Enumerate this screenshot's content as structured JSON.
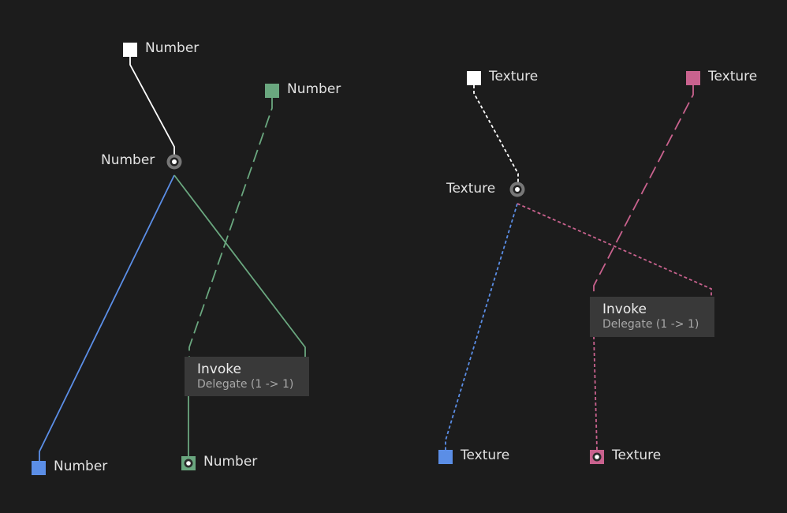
{
  "colors": {
    "background": "#1c1c1c",
    "white_port": "#ffffff",
    "green_port": "#6aa77f",
    "blue_port": "#5b8ee6",
    "pink_port": "#c9628e",
    "relay": "#777777",
    "node_box": "#393939"
  },
  "left_graph": {
    "source_top_label": "Number",
    "source_right_label": "Number",
    "relay_label": "Number",
    "invoke_title": "Invoke",
    "invoke_subtitle": "Delegate (1 -> 1)",
    "output_left_label": "Number",
    "output_bottom_label": "Number"
  },
  "right_graph": {
    "source_left_label": "Texture",
    "source_right_label": "Texture",
    "relay_label": "Texture",
    "invoke_title": "Invoke",
    "invoke_subtitle": "Delegate (1 -> 1)",
    "output_left_label": "Texture",
    "output_right_label": "Texture"
  }
}
